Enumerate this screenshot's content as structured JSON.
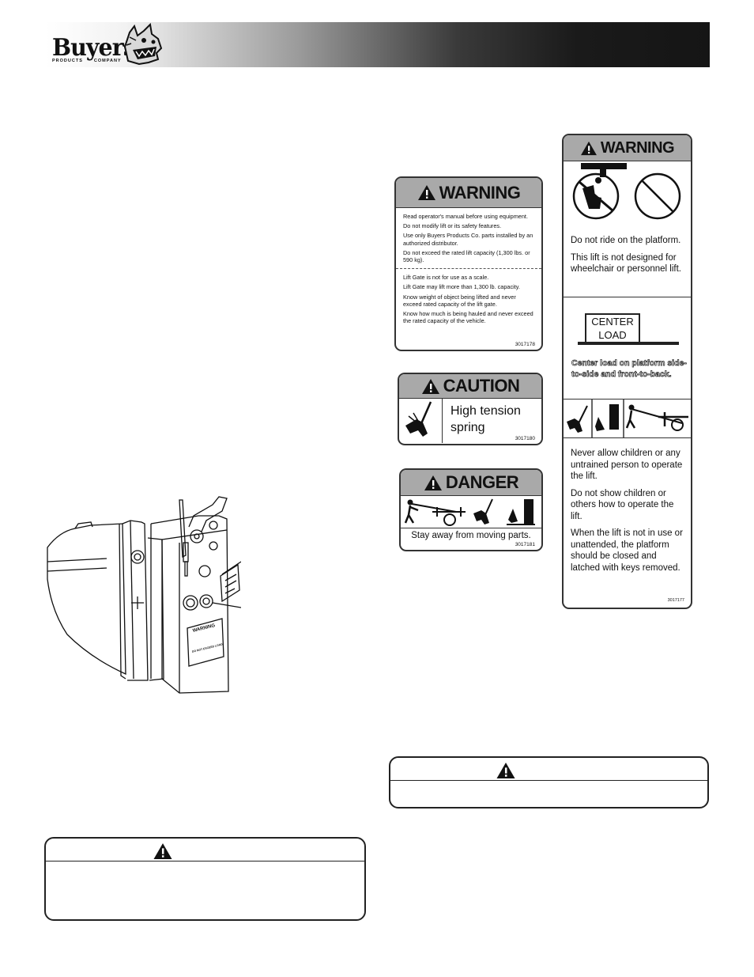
{
  "header": {
    "logo_text": "Buyers",
    "logo_sub_left": "PRODUCTS",
    "logo_sub_right": "COMPANY",
    "dog_icon": "dog-mascot-icon",
    "gradient_colors": [
      "#ffffff",
      "#151515"
    ]
  },
  "warning_label_1": {
    "header": "WARNING",
    "lines_top": [
      "Read operator's manual before using equipment.",
      "Do not modify lift or its safety features.",
      "Use only Buyers Products Co. parts installed by an authorized distributor.",
      "Do not exceed the rated lift capacity (1,300 lbs. or 590 kg)."
    ],
    "lines_bottom": [
      "Lift Gate is not for use as a scale.",
      "Lift Gate may lift more than 1,300 lb. capacity.",
      "Know weight of object being lifted and never exceed rated capacity of the lift gate.",
      "Know how much is being hauled and never exceed the rated capacity of the vehicle."
    ],
    "code": "3017178"
  },
  "caution_label": {
    "header": "CAUTION",
    "text_line1": "High tension",
    "text_line2": "spring",
    "code": "3017180",
    "icon": "hand-spring-icon"
  },
  "danger_label": {
    "header": "DANGER",
    "text": "Stay away from moving parts.",
    "code": "3017181",
    "icons": [
      "person-pushing-icon",
      "hand-pinch-icon",
      "foot-crush-icon"
    ]
  },
  "warning_label_2": {
    "header": "WARNING",
    "ride_lines": [
      "Do not ride on the platform.",
      "This lift is not designed for wheelchair or personnel lift."
    ],
    "center_box": "CENTER LOAD",
    "center_desc": "Center load on platform side-to-side and front-to-back.",
    "children_lines": [
      "Never allow children or any untrained person to operate the lift.",
      "Do not show children or others how to operate the lift.",
      "When the lift is not in use or unattended, the platform should be closed and latched with keys removed."
    ],
    "code": "3017177"
  },
  "drawing": {
    "decal_text": "WARNING",
    "decal_sub": "DO NOT EXCEED LOAD"
  }
}
